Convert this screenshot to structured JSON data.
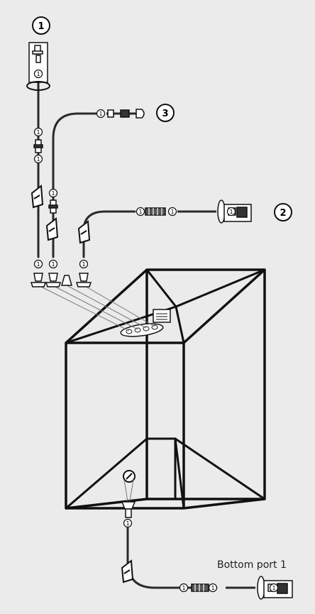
{
  "callouts": [
    {
      "id": "1",
      "label": "1"
    },
    {
      "id": "2",
      "label": "2"
    },
    {
      "id": "3",
      "label": "3"
    }
  ],
  "connector_marker": "1",
  "bottom_caption": "Bottom port 1",
  "colors": {
    "background": "#ebebeb",
    "line": "#111111",
    "tube": "#2a2a2a",
    "thin": "#666666"
  }
}
